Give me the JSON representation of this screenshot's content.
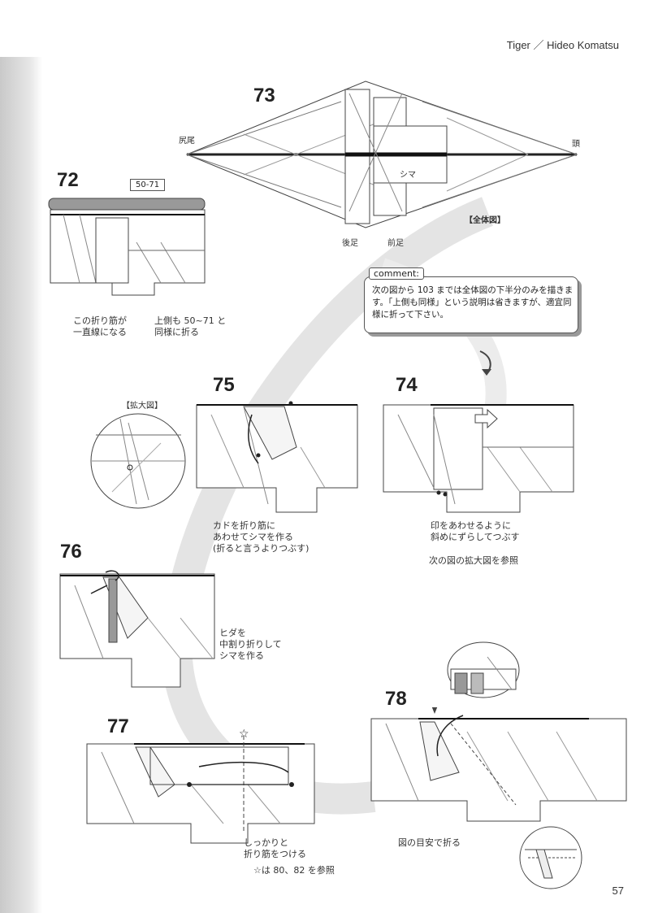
{
  "header": {
    "title": "Tiger ／ Hideo Komatsu"
  },
  "page_number": "57",
  "steps": {
    "s73": {
      "number": "73",
      "label_tail": "尻尾",
      "label_head": "頭",
      "label_stripe": "シマ",
      "label_hind": "後足",
      "label_front": "前足",
      "label_overall": "【全体図】"
    },
    "s72": {
      "number": "72",
      "ref": "50-71",
      "caption_left": "この折り筋が\n一直線になる",
      "caption_right": "上側も 50~71 と\n同様に折る"
    },
    "s75": {
      "number": "75",
      "zoom_label": "【拡大図】",
      "caption": "カドを折り筋に\nあわせてシマを作る\n(折ると言うよりつぶす)"
    },
    "s74": {
      "number": "74",
      "caption": "印をあわせるように\n斜めにずらしてつぶす",
      "caption2": "次の図の拡大図を参照"
    },
    "s76": {
      "number": "76",
      "caption": "ヒダを\n中割り折りして\nシマを作る"
    },
    "s77": {
      "number": "77",
      "caption": "しっかりと\n折り筋をつける",
      "note": "☆は 80、82 を参照"
    },
    "s78": {
      "number": "78",
      "caption": "図の目安で折る"
    }
  },
  "comment": {
    "tag": "comment:",
    "text": "次の図から 103 までは全体図の下半分のみを描きます。「上側も同様」という説明は省きますが、適宜同様に折って下さい。"
  }
}
